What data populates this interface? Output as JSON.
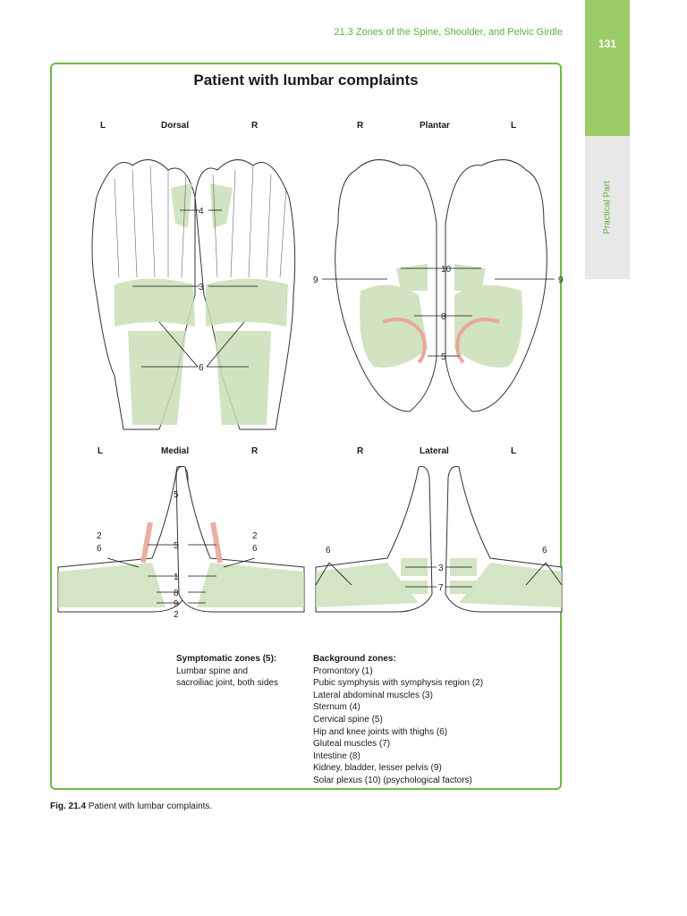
{
  "header": {
    "running_head": "21.3 Zones of the Spine, Shoulder, and Pelvic Girdle",
    "page_number": "131",
    "section": "Practical Part"
  },
  "figure": {
    "title": "Patient with lumbar complaints",
    "views": {
      "dorsal": {
        "title": "Dorsal",
        "left": "L",
        "right": "R"
      },
      "plantar": {
        "title": "Plantar",
        "left": "R",
        "right": "L"
      },
      "medial": {
        "title": "Medial",
        "left": "L",
        "right": "R"
      },
      "lateral": {
        "title": "Lateral",
        "left": "R",
        "right": "L"
      }
    },
    "labels": {
      "dorsal": [
        "4",
        "3",
        "6"
      ],
      "plantar": [
        "9",
        "10",
        "8",
        "5",
        "9"
      ],
      "medial": [
        "5",
        "2",
        "6",
        "5",
        "1",
        "8",
        "9",
        "2",
        "2",
        "6"
      ],
      "lateral": [
        "6",
        "3",
        "7",
        "6"
      ]
    },
    "colors": {
      "zone_green": "#c9dfb7",
      "symptom_red": "#e9a69a",
      "frame": "#6dbb45"
    }
  },
  "legend": {
    "symptomatic": {
      "heading": "Symptomatic zones (5):",
      "lines": [
        "Lumbar spine and",
        "sacroiliac joint, both sides"
      ]
    },
    "background": {
      "heading": "Background zones:",
      "items": [
        "Promontory (1)",
        "Pubic symphysis with symphysis region (2)",
        "Lateral abdominal muscles (3)",
        "Sternum (4)",
        "Cervical spine (5)",
        "Hip and knee joints with thighs (6)",
        "Gluteal muscles (7)",
        "Intestine (8)",
        "Kidney, bladder, lesser pelvis (9)",
        "Solar plexus (10) (psychological factors)"
      ]
    }
  },
  "caption": {
    "label": "Fig. 21.4",
    "text": "Patient with lumbar complaints."
  }
}
